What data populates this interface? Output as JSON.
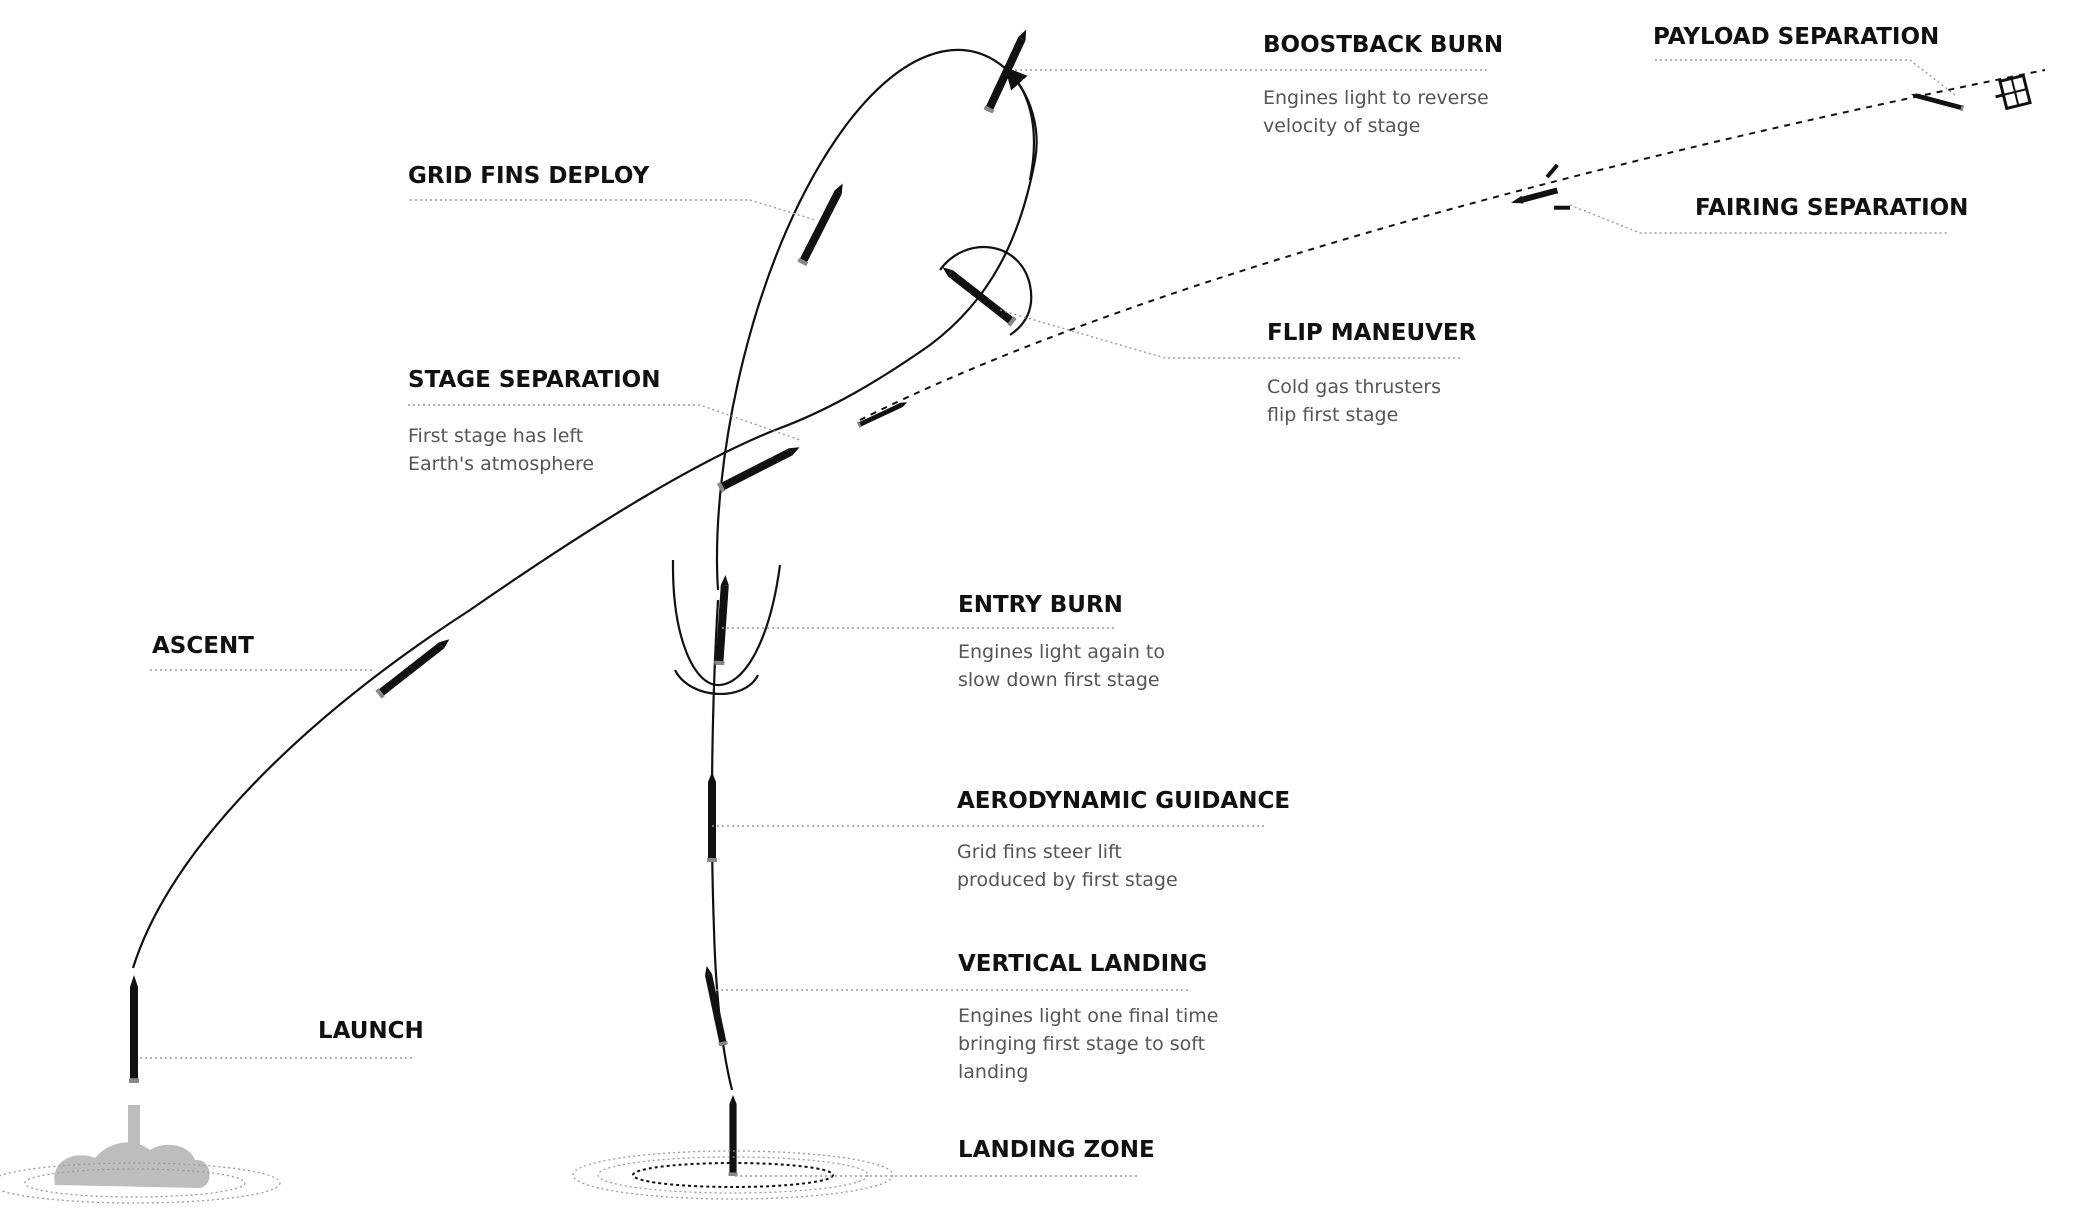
{
  "labels": {
    "boostback": {
      "title": "BOOSTBACK BURN",
      "desc": [
        "Engines light to reverse",
        "velocity of stage"
      ]
    },
    "payload": {
      "title": "PAYLOAD SEPARATION",
      "desc": []
    },
    "fairing": {
      "title": "FAIRING SEPARATION",
      "desc": []
    },
    "gridfins": {
      "title": "GRID FINS DEPLOY",
      "desc": []
    },
    "flip": {
      "title": "FLIP MANEUVER",
      "desc": [
        "Cold gas thrusters",
        "flip first stage"
      ]
    },
    "stagesep": {
      "title": "STAGE SEPARATION",
      "desc": [
        "First stage has left",
        "Earth's atmosphere"
      ]
    },
    "ascent": {
      "title": "ASCENT",
      "desc": []
    },
    "entry": {
      "title": "ENTRY BURN",
      "desc": [
        "Engines light again to",
        "slow down first stage"
      ]
    },
    "aero": {
      "title": "AERODYNAMIC GUIDANCE",
      "desc": [
        "Grid fins steer lift",
        "produced by first stage"
      ]
    },
    "vertical": {
      "title": "VERTICAL LANDING",
      "desc": [
        "Engines light one final time",
        "bringing first stage to soft",
        "landing"
      ]
    },
    "launch": {
      "title": "LAUNCH",
      "desc": []
    },
    "landingzone": {
      "title": "LANDING ZONE",
      "desc": []
    }
  },
  "colors": {
    "ink": "#111111",
    "text_muted": "#555555",
    "leader": "#9a9a9a",
    "smoke": "#bdbdbd"
  },
  "icons": [
    "rocket-icon",
    "satellite-icon",
    "fairing-icon",
    "smoke-cloud-icon",
    "landing-pad-icon"
  ]
}
